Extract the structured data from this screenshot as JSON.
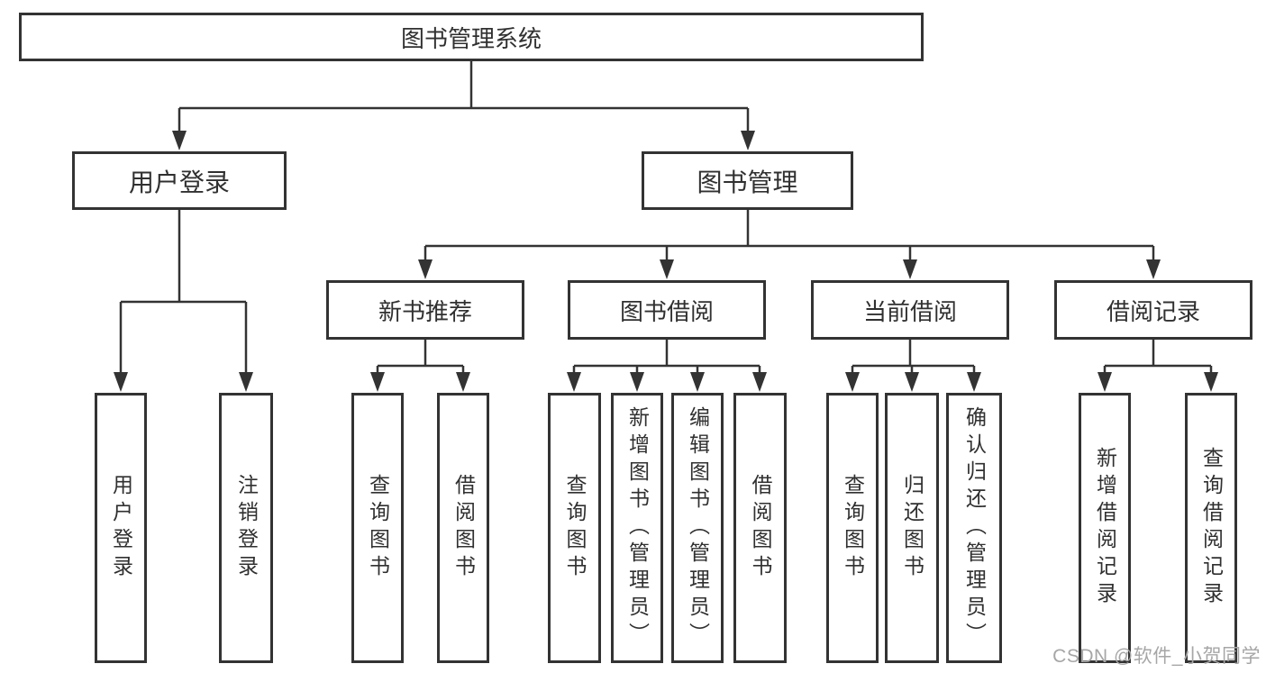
{
  "diagram": {
    "root": {
      "label": "图书管理系统",
      "children": [
        {
          "label": "用户登录",
          "children": [
            {
              "label": "用户登录"
            },
            {
              "label": "注销登录"
            }
          ]
        },
        {
          "label": "图书管理",
          "children": [
            {
              "label": "新书推荐",
              "children": [
                {
                  "label": "查询图书"
                },
                {
                  "label": "借阅图书"
                }
              ]
            },
            {
              "label": "图书借阅",
              "children": [
                {
                  "label": "查询图书"
                },
                {
                  "label": "新增图书（管理员）"
                },
                {
                  "label": "编辑图书（管理员）"
                },
                {
                  "label": "借阅图书"
                }
              ]
            },
            {
              "label": "当前借阅",
              "children": [
                {
                  "label": "查询图书"
                },
                {
                  "label": "归还图书"
                },
                {
                  "label": "确认归还（管理员）"
                }
              ]
            },
            {
              "label": "借阅记录",
              "children": [
                {
                  "label": "新增借阅记录"
                },
                {
                  "label": "查询借阅记录"
                }
              ]
            }
          ]
        }
      ]
    }
  },
  "watermark": {
    "text": "CSDN @软件_小贺同学"
  },
  "colors": {
    "line": "#333333",
    "text": "#303030",
    "watermark": "#a6a6a6",
    "background": "#ffffff"
  }
}
